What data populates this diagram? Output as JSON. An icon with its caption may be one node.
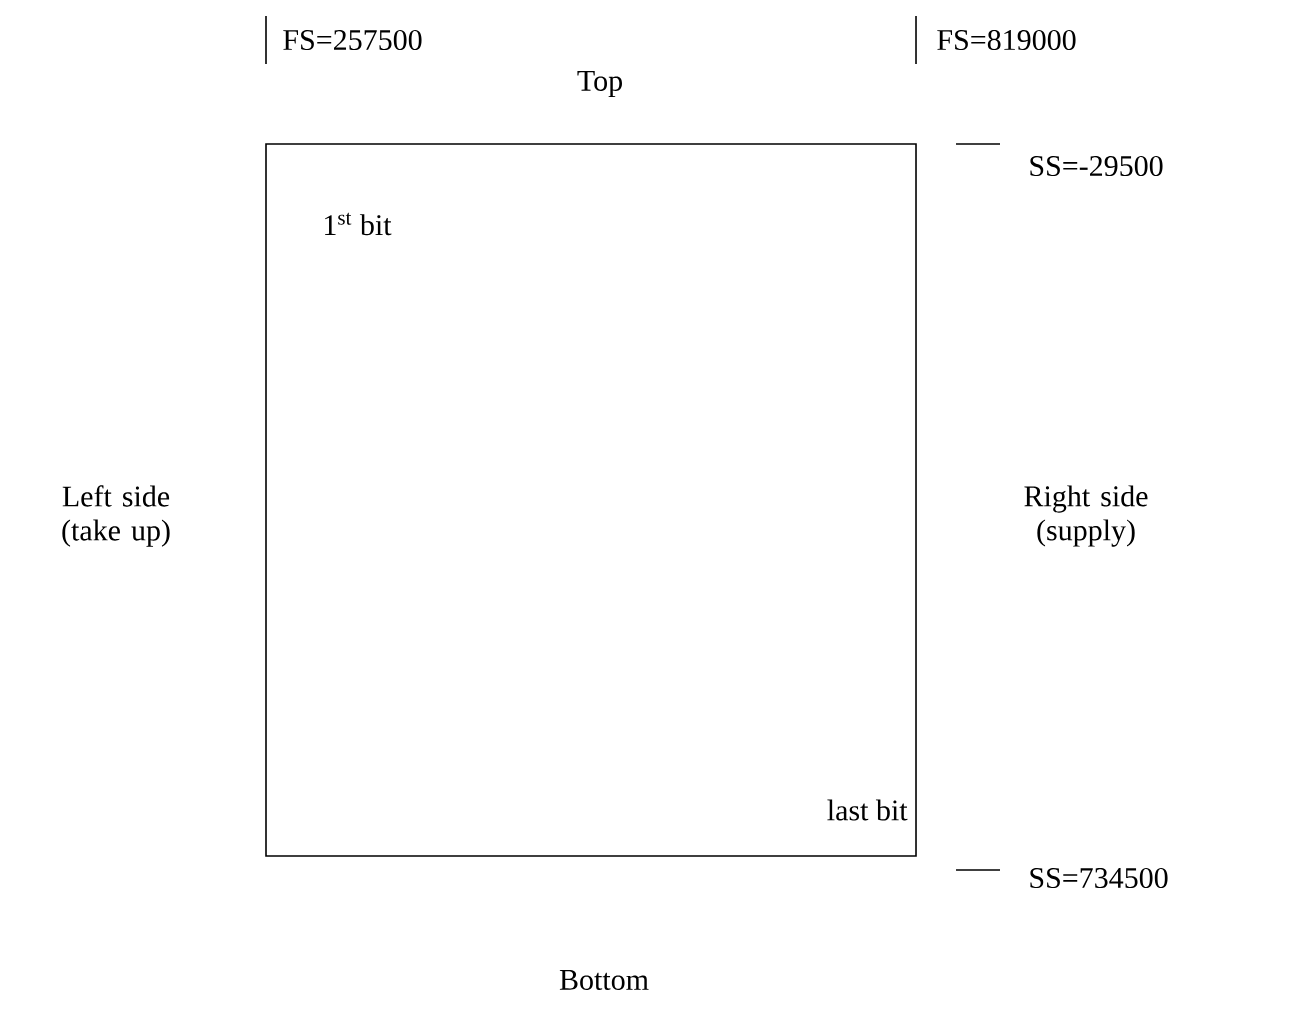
{
  "diagram": {
    "nodes": [
      {
        "text": [
          "1$^{st}$ bit",
          "last bit"
        ]
      }
    ],
    "labels": [
      "FS=257500",
      "FS=819000",
      "Top",
      "SS=-29500",
      "Left side (take up)",
      "Right side (supply)",
      "SS=734500",
      "Bottom"
    ]
  }
}
